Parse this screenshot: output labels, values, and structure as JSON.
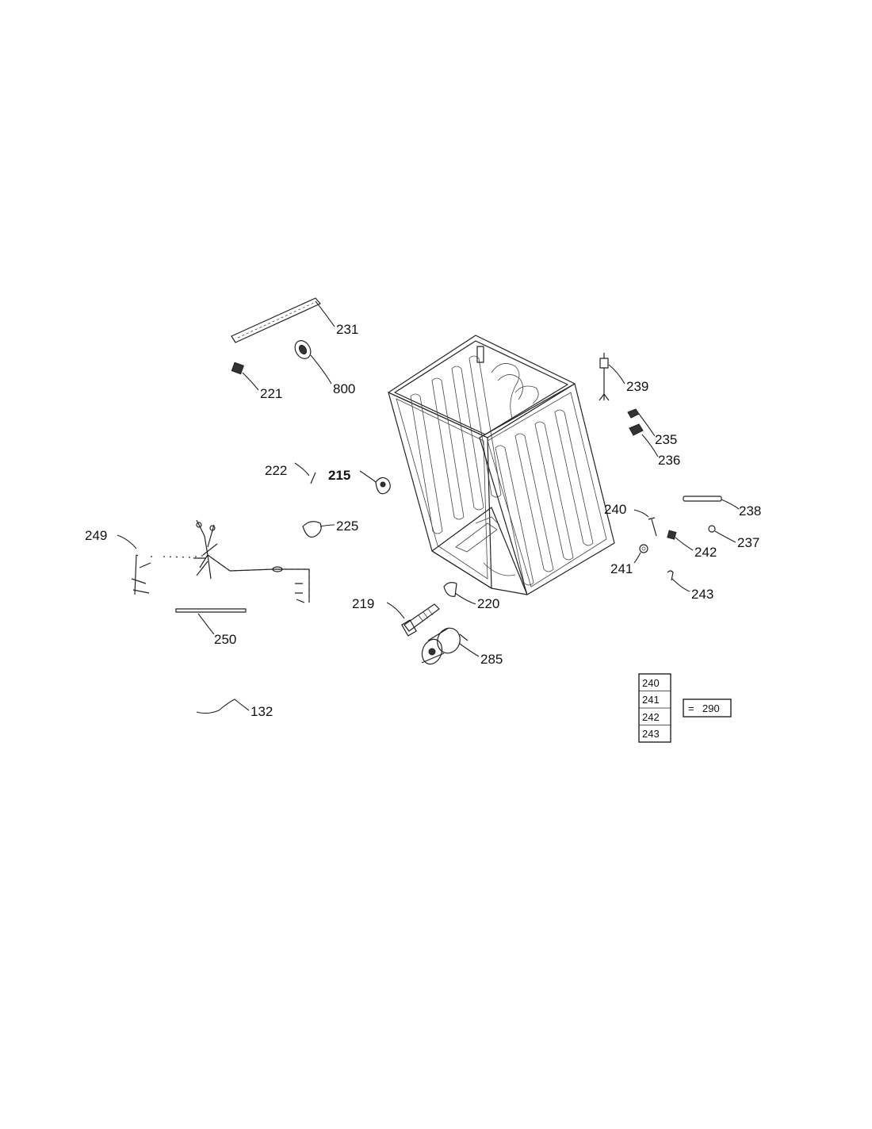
{
  "callouts": {
    "p231": "231",
    "p221": "221",
    "p800": "800",
    "p239": "239",
    "p235": "235",
    "p236": "236",
    "p222": "222",
    "p215": "215",
    "p225": "225",
    "p240": "240",
    "p238": "238",
    "p237": "237",
    "p242": "242",
    "p241": "241",
    "p243": "243",
    "p249": "249",
    "p219": "219",
    "p220": "220",
    "p250": "250",
    "p285": "285",
    "p132": "132"
  },
  "kit": {
    "items": [
      "240",
      "241",
      "242",
      "243"
    ],
    "result": "290",
    "operator": "="
  }
}
